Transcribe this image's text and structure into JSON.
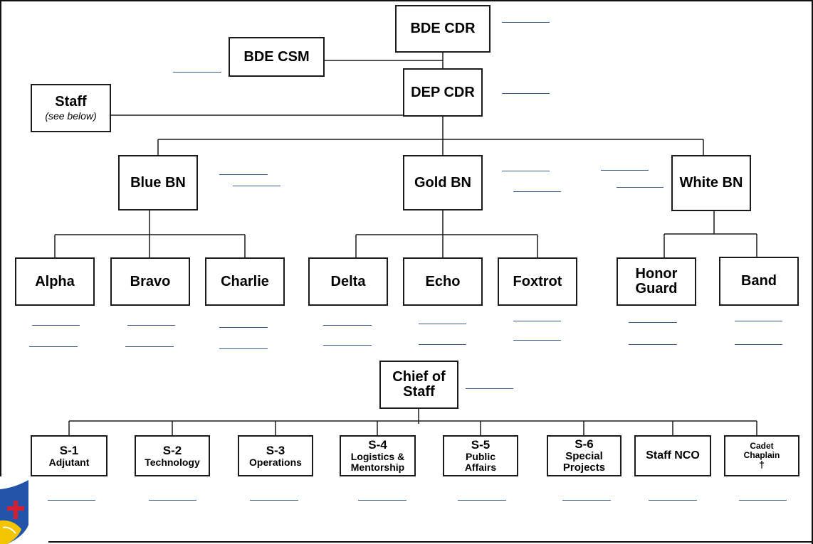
{
  "nodes": {
    "bde_cdr": {
      "line1": "BDE CDR"
    },
    "bde_csm": {
      "line1": "BDE CSM"
    },
    "dep_cdr": {
      "line1": "DEP CDR"
    },
    "staff": {
      "line1": "Staff",
      "line2": "(see below)"
    },
    "blue_bn": {
      "line1": "Blue BN"
    },
    "gold_bn": {
      "line1": "Gold BN"
    },
    "white_bn": {
      "line1": "White BN"
    },
    "alpha": {
      "line1": "Alpha"
    },
    "bravo": {
      "line1": "Bravo"
    },
    "charlie": {
      "line1": "Charlie"
    },
    "delta": {
      "line1": "Delta"
    },
    "echo": {
      "line1": "Echo"
    },
    "foxtrot": {
      "line1": "Foxtrot"
    },
    "honor_guard": {
      "line1": "Honor",
      "line2": "Guard"
    },
    "band": {
      "line1": "Band"
    },
    "chief_of_staff": {
      "line1": "Chief of",
      "line2": "Staff"
    },
    "s1": {
      "line1": "S-1",
      "line2": "Adjutant"
    },
    "s2": {
      "line1": "S-2",
      "line2": "Technology"
    },
    "s3": {
      "line1": "S-3",
      "line2": "Operations"
    },
    "s4": {
      "line1": "S-4",
      "line2": "Logistics &",
      "line3": "Mentorship"
    },
    "s5": {
      "line1": "S-5",
      "line2": "Public",
      "line3": "Affairs"
    },
    "s6": {
      "line1": "S-6",
      "line2": "Special",
      "line3": "Projects"
    },
    "staff_nco": {
      "line1": "Staff NCO"
    },
    "cadet_chaplain": {
      "line1": "Cadet",
      "line2": "Chaplain",
      "line3": "†"
    }
  },
  "colors": {
    "box_border": "#1a1a1a",
    "connector": "#1a1a1a",
    "signature_blank": "#3a5a8a",
    "logo_blue": "#2255aa",
    "logo_yellow": "#f2c500",
    "logo_red": "#d22030"
  },
  "logo": {
    "icon": "shield-cross-icon"
  }
}
